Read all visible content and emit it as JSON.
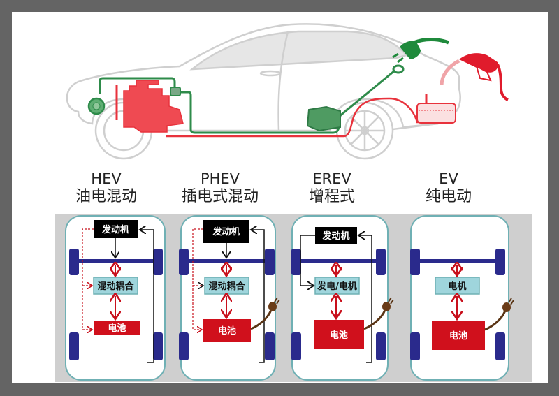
{
  "illustration": {
    "description": "Car side-view showing engine, battery, charging plug and fuel nozzle",
    "icons": [
      "car-body-icon",
      "engine-icon",
      "motor-icon",
      "controller-icon",
      "battery-pack-icon",
      "charging-plug-icon",
      "charging-port-icon",
      "fuel-nozzle-icon",
      "fuel-tank-icon"
    ],
    "colors": {
      "electric": "#2e8b4a",
      "fuel": "#e8323c",
      "outline": "#cccccc"
    }
  },
  "types": [
    {
      "code": "HEV",
      "name": "油电混动"
    },
    {
      "code": "PHEV",
      "name": "插电式混动"
    },
    {
      "code": "EREV",
      "name": "增程式"
    },
    {
      "code": "EV",
      "name": "纯电动"
    }
  ],
  "diagrams": [
    {
      "top": "发动机",
      "middle": "混动耦合",
      "bottom": "电池",
      "plug": false
    },
    {
      "top": "发动机",
      "middle": "混动耦合",
      "bottom": "电池",
      "plug": true
    },
    {
      "top": "发动机",
      "middle": "发电/电机",
      "bottom": "电池",
      "plug": true
    },
    {
      "top": "",
      "middle": "电机",
      "bottom": "电池",
      "plug": true
    }
  ],
  "colors": {
    "engine_box": "#000000",
    "coupler_box": "#9fd5dc",
    "battery_box": "#d0101c",
    "wheel": "#2a2a8c",
    "chassis": "#6fb0b4",
    "plug": "#5a3414"
  }
}
